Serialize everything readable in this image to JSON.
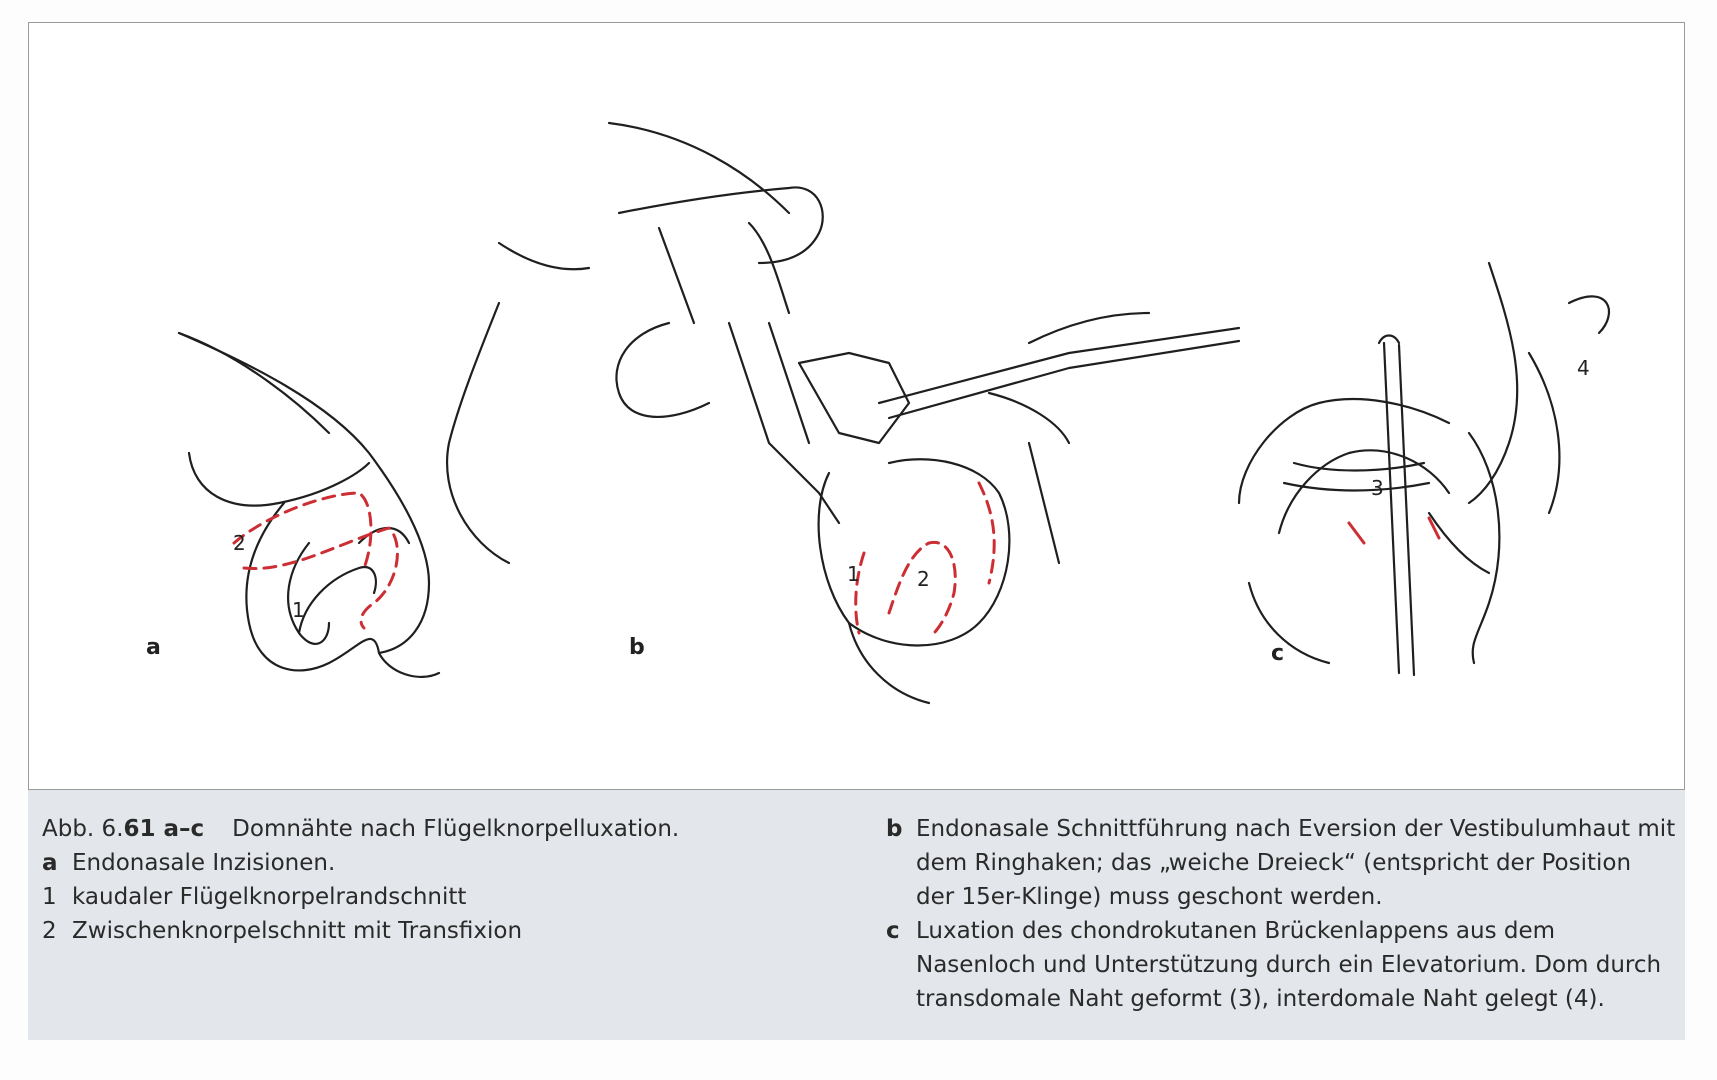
{
  "figure": {
    "panel_labels": [
      "a",
      "b",
      "c"
    ],
    "numbers": {
      "a1": "1",
      "a2": "2",
      "b1": "1",
      "b2": "2",
      "c3": "3",
      "c4": "4"
    },
    "colors": {
      "incision": "#cc2e33",
      "ink": "#1f1f1f",
      "frame": "#9a9a9a",
      "caption_bg": "#e3e6ea"
    }
  },
  "caption": {
    "fig_prefix": "Abb. 6.",
    "fig_bold": "61 a–c",
    "fig_title": "Domnähte nach Flügelknorpelluxation.",
    "left_items": [
      {
        "key": "a",
        "text": "Endonasale Inzisionen."
      },
      {
        "key": "1",
        "text": "kaudaler Flügelknorpelrandschnitt"
      },
      {
        "key": "2",
        "text": "Zwischenknorpelschnitt mit Transfixion"
      }
    ],
    "right_items": [
      {
        "key": "b",
        "text": "Endonasale Schnittführung nach Eversion der Vestibulumhaut mit dem Ringhaken; das „weiche Dreieck“ (entspricht der Position der 15er-Klinge) muss geschont werden."
      },
      {
        "key": "c",
        "text": "Luxation des chondrokutanen Brückenlappens aus dem Nasenloch und Unterstützung durch ein Elevatorium. Dom durch transdomale Naht geformt (3), interdomale Naht gelegt (4)."
      }
    ]
  }
}
